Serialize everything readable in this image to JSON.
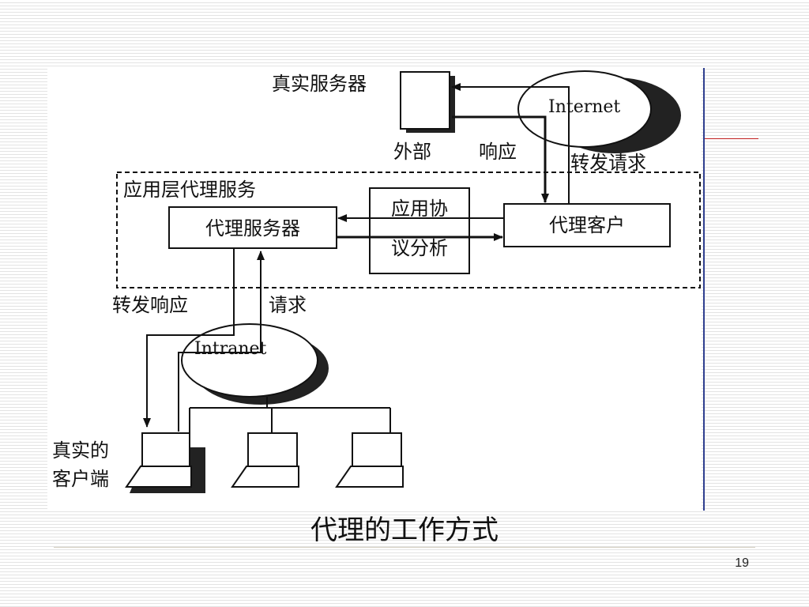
{
  "diagram": {
    "labels": {
      "real_server": "真实服务器",
      "internet": "Internet",
      "external": "外部",
      "response": "响应",
      "forward_request": "转发请求",
      "app_layer_proxy_service": "应用层代理服务",
      "proxy_server": "代理服务器",
      "protocol_analysis_line1": "应用协",
      "protocol_analysis_line2": "议分析",
      "proxy_client": "代理客户",
      "forward_response": "转发响应",
      "request": "请求",
      "intranet": "Intranet",
      "real_client_line1": "真实的",
      "real_client_line2": "客户端"
    }
  },
  "slide": {
    "caption": "代理的工作方式",
    "page_number": "19"
  }
}
